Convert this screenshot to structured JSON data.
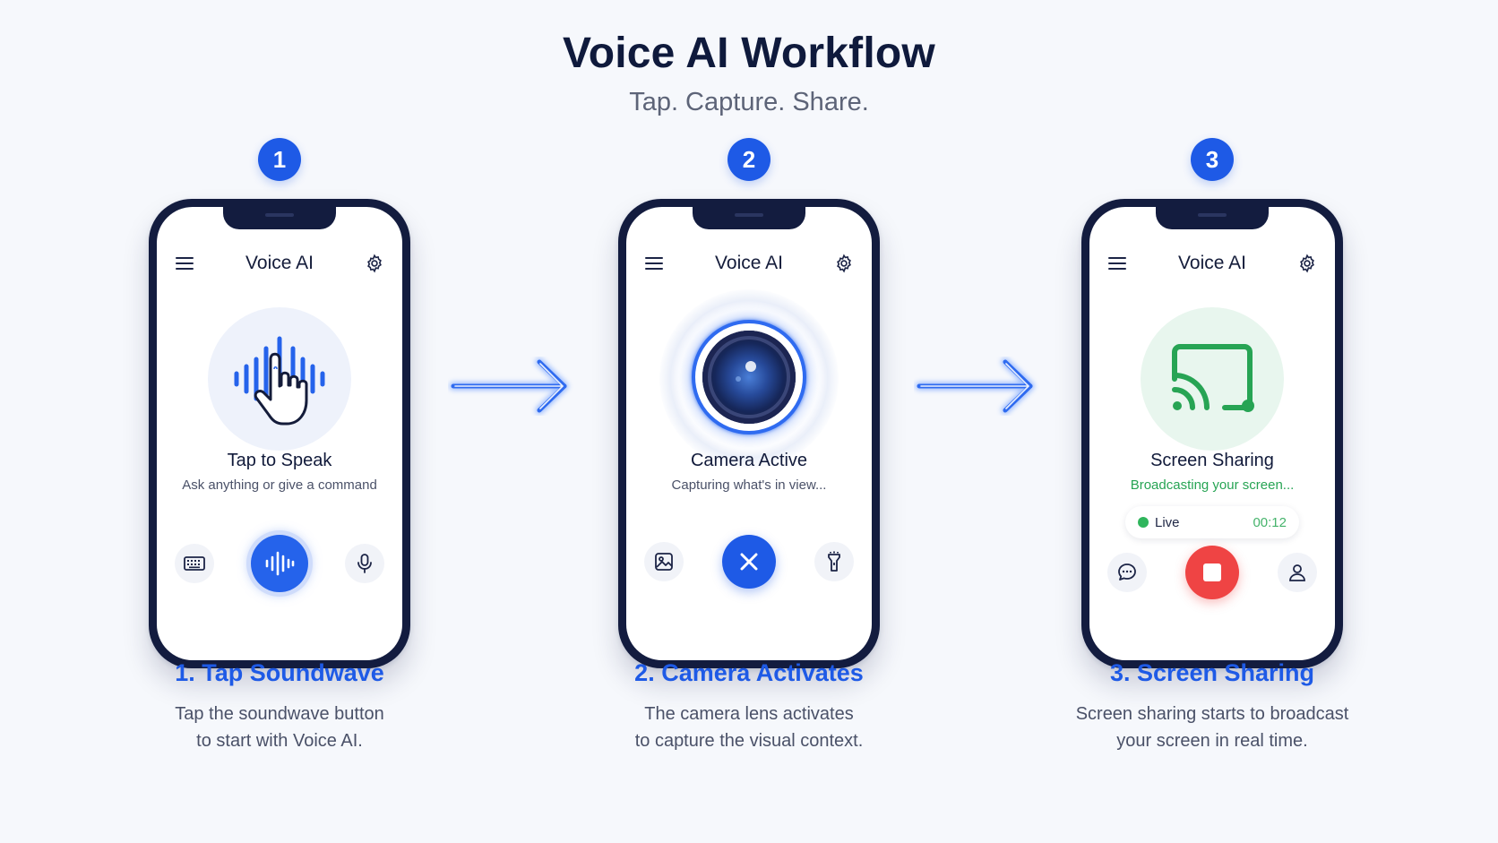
{
  "header": {
    "title": "Voice AI Workflow",
    "subtitle": "Tap. Capture. Share."
  },
  "app": {
    "title": "Voice AI"
  },
  "steps": [
    {
      "number": "1",
      "card_title": "Tap to Speak",
      "card_subtitle": "Ask anything or give a command",
      "heading": "1. Tap Soundwave",
      "desc_line1": "Tap the soundwave button",
      "desc_line2": "to start with Voice AI."
    },
    {
      "number": "2",
      "card_title": "Camera Active",
      "card_subtitle": "Capturing what's in view...",
      "heading": "2. Camera Activates",
      "desc_line1": "The camera lens activates",
      "desc_line2": "to capture the visual context."
    },
    {
      "number": "3",
      "card_title": "Screen Sharing",
      "card_subtitle": "Broadcasting your screen...",
      "live_label": "Live",
      "live_time": "00:12",
      "heading": "3. Screen Sharing",
      "desc_line1": "Screen sharing starts to broadcast",
      "desc_line2": "your screen in real time."
    }
  ],
  "icons": {
    "menu": "menu-icon",
    "settings": "gear-icon",
    "soundwave": "soundwave-icon",
    "keyboard": "keyboard-icon",
    "microphone": "microphone-icon",
    "image": "image-icon",
    "close": "close-icon",
    "flashlight": "flashlight-icon",
    "cast": "cast-icon",
    "chat": "chat-icon",
    "stop": "stop-icon",
    "person": "person-icon",
    "hand": "pointing-hand-icon",
    "arrow": "arrow-right-icon"
  },
  "colors": {
    "accent": "#1e5ae6",
    "share_green": "#27a454",
    "stop_red": "#ef4444",
    "phone_frame": "#131c3f"
  }
}
